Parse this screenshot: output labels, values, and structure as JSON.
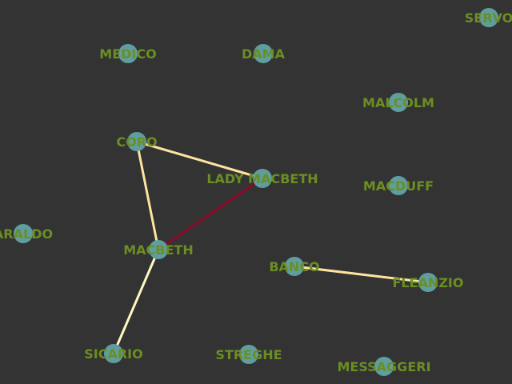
{
  "colors": {
    "background": "#333333",
    "node_fill": "#5f9ea0",
    "label": "#6b8e23"
  },
  "graph": {
    "nodes": [
      {
        "id": "servo",
        "label": "SERVO"
      },
      {
        "id": "medico",
        "label": "MEDICO"
      },
      {
        "id": "dama",
        "label": "DAMA"
      },
      {
        "id": "malcolm",
        "label": "MALCOLM"
      },
      {
        "id": "coro",
        "label": "CORO"
      },
      {
        "id": "lady-macbeth",
        "label": "LADY MACBETH"
      },
      {
        "id": "macduff",
        "label": "MACDUFF"
      },
      {
        "id": "araldo",
        "label": "ARALDO"
      },
      {
        "id": "macbeth",
        "label": "MACBETH"
      },
      {
        "id": "banco",
        "label": "BANCO"
      },
      {
        "id": "fleanzio",
        "label": "FLEANZIO"
      },
      {
        "id": "sicario",
        "label": "SICARIO"
      },
      {
        "id": "streghe",
        "label": "STREGHE"
      },
      {
        "id": "messaggeri",
        "label": "MESSAGGERI"
      }
    ],
    "edges": [
      {
        "source": "coro",
        "target": "lady-macbeth",
        "color": "#ffe4a0"
      },
      {
        "source": "coro",
        "target": "macbeth",
        "color": "#ffe4a0"
      },
      {
        "source": "lady-macbeth",
        "target": "macbeth",
        "color": "#8b0a2a"
      },
      {
        "source": "macbeth",
        "target": "sicario",
        "color": "#fff8c0"
      },
      {
        "source": "banco",
        "target": "fleanzio",
        "color": "#ffe4a0"
      }
    ]
  }
}
